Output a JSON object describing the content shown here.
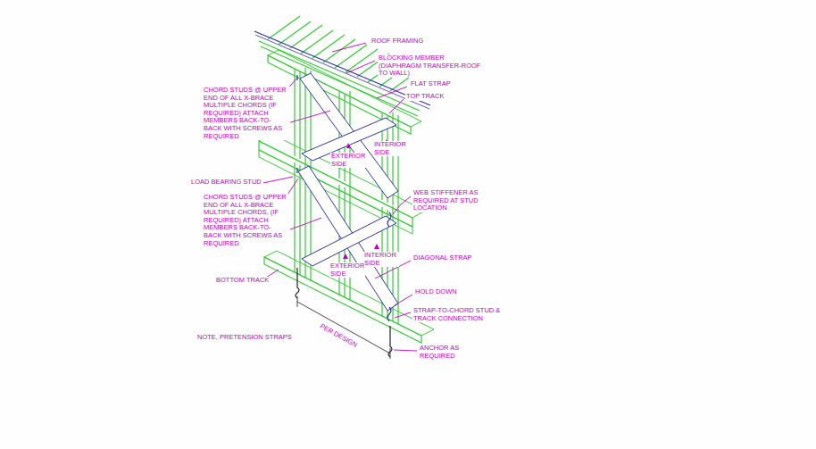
{
  "diagram": {
    "labels": [
      "ROOF FRAMING",
      "BLOCKING MEMBER (DIAPHRAGM TRANSFER-ROOF TO WALL)",
      "FLAT STRAP",
      "TOP TRACK",
      "CHORD STUDS @ UPPER END OF ALL X-BRACE MULTIPLE CHORDS (IF REQUIRED) ATTACH MEMBERS BACK-TO-BACK WITH SCREWS AS REQUIRED",
      "INTERIOR SIDE",
      "EXTERIOR SIDE",
      "LOAD BEARING STUD",
      "CHORD STUDS @ UPPER END OF ALL X-BRACE MULTIPLE CHORDS, (IF REQUIRED) ATTACH MEMBERS BACK-TO-BACK WITH SCREWS AS REQUIRED",
      "WEB STIFFENER AS REQUIRED AT STUD LOCATION",
      "INTERIOR SIDE",
      "EXTERIOR SIDE",
      "DIAGONAL STRAP",
      "BOTTOM TRACK",
      "HOLD DOWN",
      "STRAP-TO-CHORD STUD & TRACK CONNECTION",
      "PER DESIGN",
      "ANCHOR AS REQUIRED",
      "NOTE, PRETENSION STRAPS"
    ]
  }
}
